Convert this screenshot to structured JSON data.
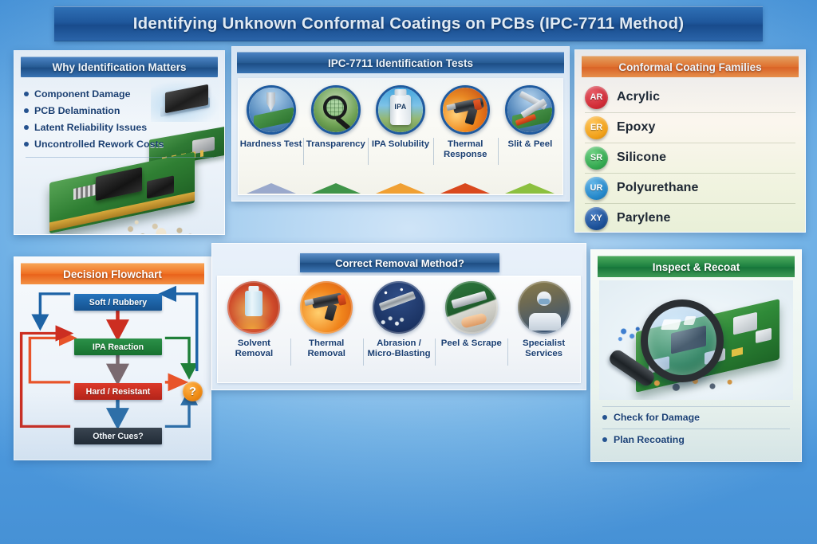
{
  "title": "Identifying Unknown Conformal Coatings on PCBs (IPC-7711 Method)",
  "panels": {
    "why": {
      "header": "Why Identification Matters",
      "items": [
        "Component Damage",
        "PCB Delamination",
        "Latent Reliability Issues",
        "Uncontrolled Rework Costs"
      ]
    },
    "tests": {
      "header": "IPC-7711 Identification Tests",
      "items": [
        {
          "label": "Hardness Test",
          "icon": "probe-indenter-icon",
          "accent": "#9aa9cc"
        },
        {
          "label": "Transparency",
          "icon": "magnifier-icon",
          "accent": "#3f9448"
        },
        {
          "label": "IPA Solubility",
          "icon": "ipa-bottle-icon",
          "accent": "#f0a033",
          "bottle_text": "IPA"
        },
        {
          "label": "Thermal Response",
          "icon": "heat-gun-icon",
          "accent": "#d9481d"
        },
        {
          "label": "Slit & Peel",
          "icon": "knife-blade-icon",
          "accent": "#8cc03f"
        }
      ]
    },
    "families": {
      "header": "Conformal Coating Families",
      "items": [
        {
          "code": "AR",
          "name": "Acrylic",
          "color": "#d42a33"
        },
        {
          "code": "ER",
          "name": "Epoxy",
          "color": "#f0a019"
        },
        {
          "code": "SR",
          "name": "Silicone",
          "color": "#33a84f"
        },
        {
          "code": "UR",
          "name": "Polyurethane",
          "color": "#2487c9"
        },
        {
          "code": "XY",
          "name": "Parylene",
          "color": "#1b4f96"
        }
      ]
    },
    "flowchart": {
      "header": "Decision Flowchart",
      "nodes": [
        {
          "id": "soft",
          "label": "Soft / Rubbery",
          "color": "#1d63a6"
        },
        {
          "id": "ipa",
          "label": "IPA Reaction",
          "color": "#1f8039"
        },
        {
          "id": "hard",
          "label": "Hard / Resistant",
          "color": "#cc2e21"
        },
        {
          "id": "other",
          "label": "Other Cues?",
          "color": "#2b3239"
        }
      ],
      "unknown_marker": "?"
    },
    "removal": {
      "header": "Correct Removal Method?",
      "items": [
        {
          "label": "Solvent Removal",
          "icon": "solvent-bottle-icon"
        },
        {
          "label": "Thermal Removal",
          "icon": "heat-gun-icon"
        },
        {
          "label": "Abrasion / Micro-Blasting",
          "icon": "micro-blaster-icon"
        },
        {
          "label": "Peel & Scrape",
          "icon": "scraper-icon"
        },
        {
          "label": "Specialist Services",
          "icon": "technician-icon"
        }
      ]
    },
    "inspect": {
      "header": "Inspect & Recoat",
      "items": [
        "Check for Damage",
        "Plan Recoating"
      ]
    }
  }
}
